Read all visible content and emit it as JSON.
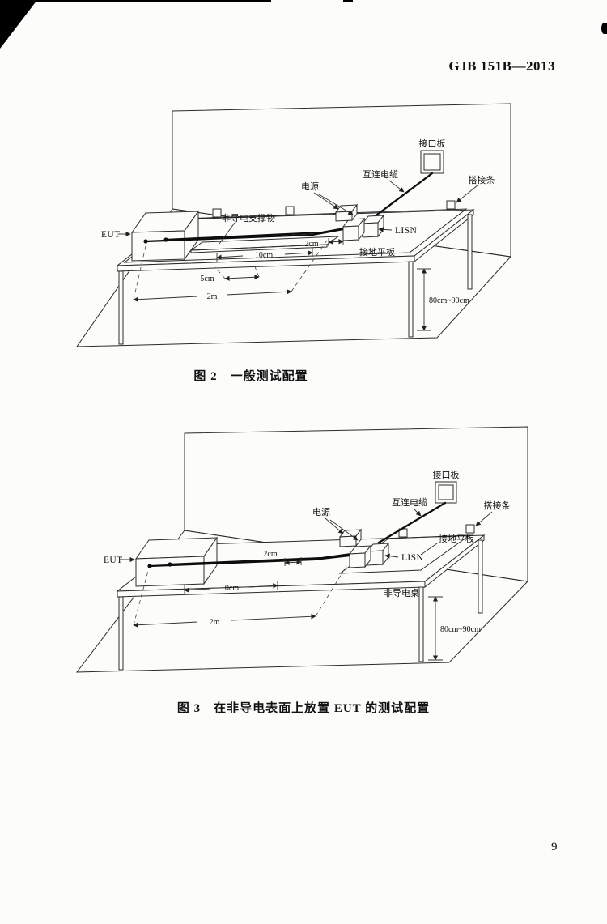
{
  "page": {
    "header": "GJB 151B—2013",
    "page_number": "9"
  },
  "figure2": {
    "caption": "图 2　一般测试配置",
    "labels": {
      "eut": "EUT",
      "support": "非导电支撑物",
      "power": "电源",
      "interconnect_cable": "互连电缆",
      "interface_board": "接口板",
      "bond_strap": "搭接条",
      "lisn": "LISN",
      "ground_plane": "接地平板"
    },
    "dimensions": {
      "d2cm": "2cm",
      "d10cm": "10cm",
      "d5cm": "5cm",
      "d2m": "2m",
      "height": "80cm~90cm"
    }
  },
  "figure3": {
    "caption": "图 3　在非导电表面上放置 EUT 的测试配置",
    "labels": {
      "eut": "EUT",
      "power": "电源",
      "interconnect_cable": "互连电缆",
      "interface_board": "接口板",
      "bond_strap": "搭接条",
      "lisn": "LISN",
      "ground_plane": "接地平板",
      "table": "非导电桌"
    },
    "dimensions": {
      "d2cm": "2cm",
      "d10cm": "10cm",
      "d2m": "2m",
      "height": "80cm~90cm"
    }
  }
}
